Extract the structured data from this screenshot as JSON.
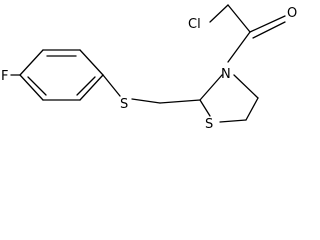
{
  "molecule": {
    "atoms": {
      "fluorine": "F",
      "sulfur_thioether": "S",
      "nitrogen": "N",
      "sulfur_ring": "S",
      "chlorine": "Cl",
      "oxygen": "O"
    }
  },
  "colors": {
    "bond": "#000000",
    "label": "#000000",
    "background": "#ffffff"
  }
}
